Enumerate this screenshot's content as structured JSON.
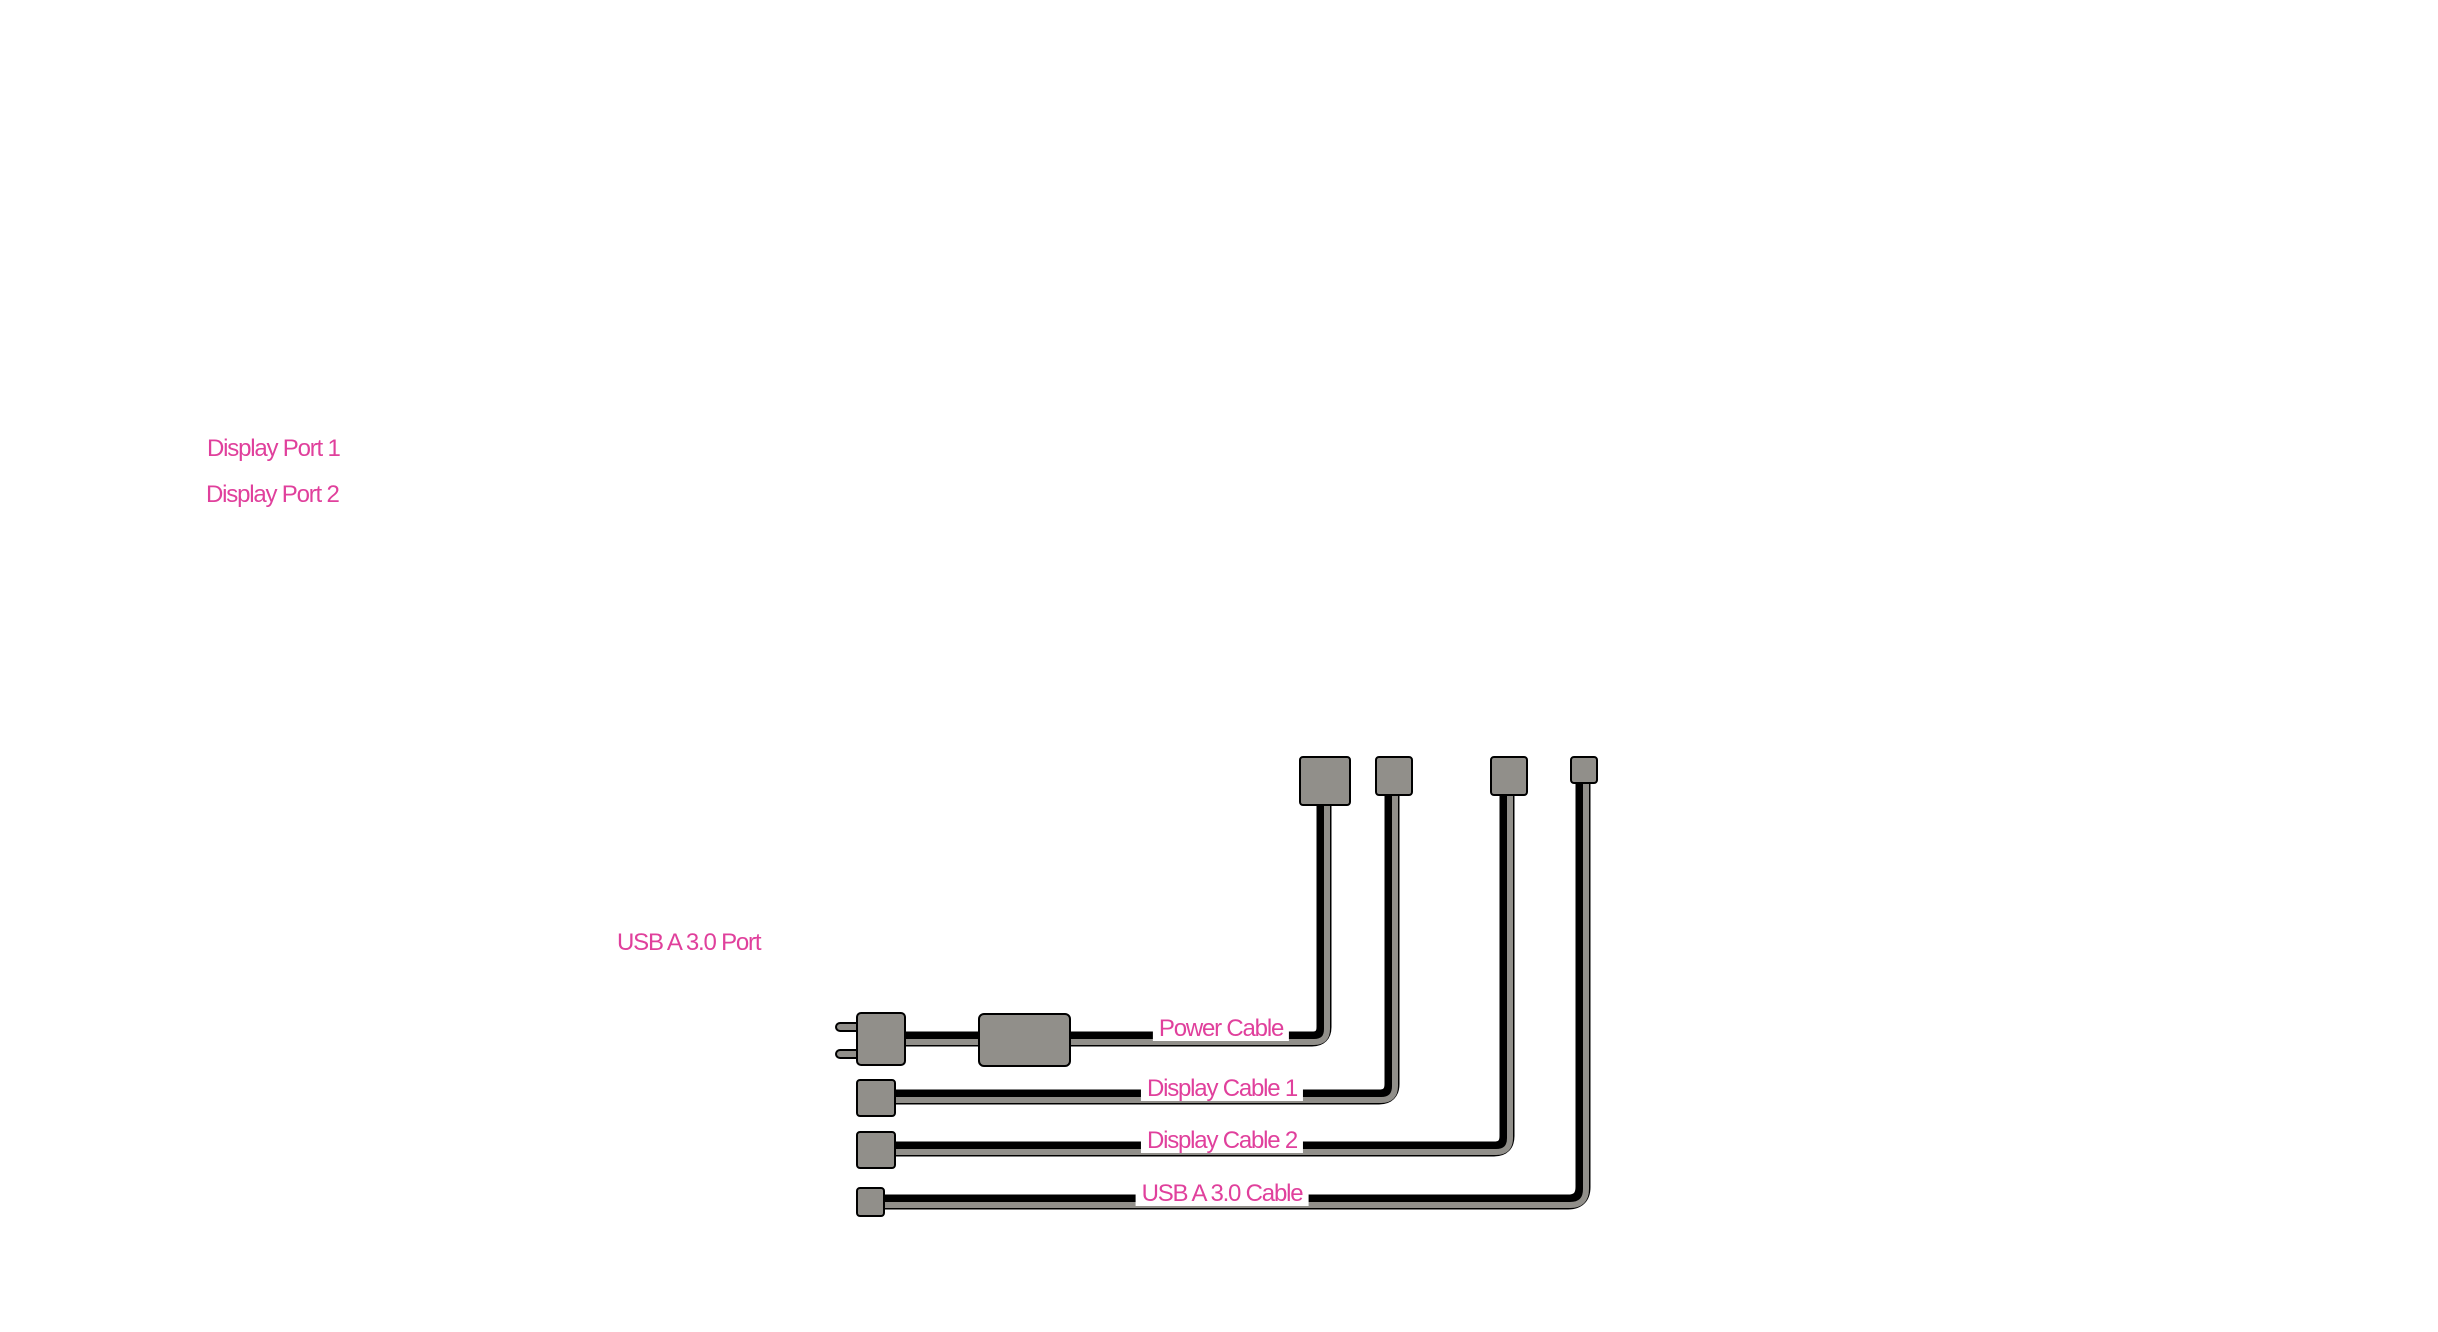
{
  "port_labels": {
    "display_port_1": "Display Port 1",
    "display_port_2": "Display Port 2",
    "usb_port": "USB A 3.0 Port"
  },
  "cables": [
    {
      "id": "power",
      "label": "Power Cable",
      "connector_type": "power-plug-with-adapter"
    },
    {
      "id": "display1",
      "label": "Display Cable 1",
      "connector_type": "display-connector"
    },
    {
      "id": "display2",
      "label": "Display Cable 2",
      "connector_type": "display-connector"
    },
    {
      "id": "usb",
      "label": "USB A 3.0 Cable",
      "connector_type": "usb-a-connector"
    }
  ],
  "colors": {
    "label": "#e0409c",
    "connector_fill": "#918f8a",
    "cable_outline": "#000000",
    "cable_core": "#918f8a",
    "background": "#ffffff"
  }
}
